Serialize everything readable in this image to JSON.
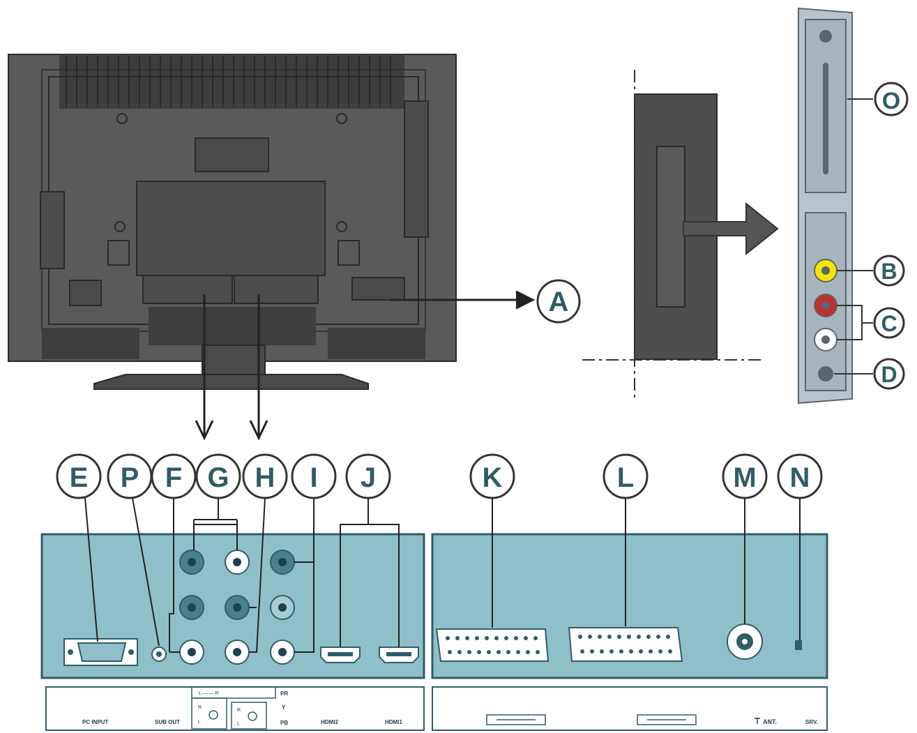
{
  "callouts": {
    "A": "A",
    "B": "B",
    "C": "C",
    "D": "D",
    "E": "E",
    "F": "F",
    "G": "G",
    "H": "H",
    "I": "I",
    "J": "J",
    "K": "K",
    "L": "L",
    "M": "M",
    "N": "N",
    "O": "O",
    "P": "P"
  },
  "panel_labels": {
    "pc_input": "PC INPUT",
    "sub_out": "SUB OUT",
    "hdmi2": "HDMI2",
    "hdmi1": "HDMI1",
    "pr": "PR",
    "y": "Y",
    "pb": "PB",
    "r_left": "R",
    "l_left": "L",
    "r_mid": "R",
    "l_mid": "L",
    "audio_lr": "L — — R",
    "ant": "ANT.",
    "srv": "SRV."
  },
  "colors": {
    "panel_fill": "#8fbfc9",
    "panel_border": "#2f5d68",
    "tv_body": "#555555",
    "tv_dark": "#3a3a3a",
    "side_panel": "#b8c4cc",
    "jack_yellow": "#f4e400",
    "jack_red": "#c0302e",
    "jack_white": "#ffffff"
  }
}
